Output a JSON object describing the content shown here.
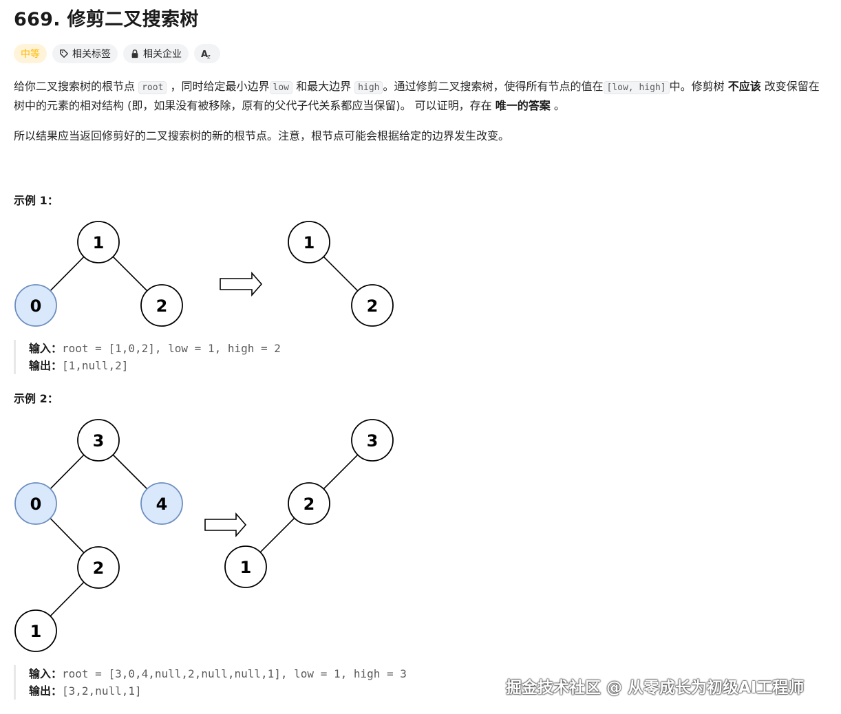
{
  "problem": {
    "title": "669. 修剪二叉搜索树",
    "difficulty": "中等",
    "tags": [
      "相关标签",
      "相关企业"
    ],
    "translate_icon": "translate-icon"
  },
  "description": {
    "p1": {
      "t1": "给你二叉搜索树的根节点 ",
      "c1": "root",
      "t2": " ，同时给定最小边界",
      "c2": "low",
      "t3": " 和最大边界 ",
      "c3": "high",
      "t4": "。通过修剪二叉搜索树，使得所有节点的值在",
      "c4": "[low, high]",
      "t5": "中。修剪树 ",
      "b1": "不应该",
      "t6": " 改变保留在树中的元素的相对结构 (即，如果没有被移除，原有的父代子代关系都应当保留)。 可以证明，存在 ",
      "b2": "唯一的答案",
      "t7": " 。"
    },
    "p2": "所以结果应当返回修剪好的二叉搜索树的新的根节点。注意，根节点可能会根据给定的边界发生改变。"
  },
  "examples": [
    {
      "title": "示例 1：",
      "input_label": "输入：",
      "input_value": "root = [1,0,2], low = 1, high = 2",
      "output_label": "输出：",
      "output_value": "[1,null,2]",
      "before": {
        "nodes": [
          {
            "id": "a",
            "label": "1",
            "highlight": false
          },
          {
            "id": "b",
            "label": "0",
            "highlight": true
          },
          {
            "id": "c",
            "label": "2",
            "highlight": false
          }
        ]
      },
      "after": {
        "nodes": [
          {
            "id": "a",
            "label": "1",
            "highlight": false
          },
          {
            "id": "c",
            "label": "2",
            "highlight": false
          }
        ]
      }
    },
    {
      "title": "示例 2：",
      "input_label": "输入：",
      "input_value": "root = [3,0,4,null,2,null,null,1], low = 1, high = 3",
      "output_label": "输出：",
      "output_value": "[3,2,null,1]",
      "before": {
        "nodes": [
          {
            "id": "a",
            "label": "3",
            "highlight": false
          },
          {
            "id": "b",
            "label": "0",
            "highlight": true
          },
          {
            "id": "c",
            "label": "4",
            "highlight": true
          },
          {
            "id": "d",
            "label": "2",
            "highlight": false
          },
          {
            "id": "e",
            "label": "1",
            "highlight": false
          }
        ]
      },
      "after": {
        "nodes": [
          {
            "id": "a",
            "label": "3",
            "highlight": false
          },
          {
            "id": "d",
            "label": "2",
            "highlight": false
          },
          {
            "id": "e",
            "label": "1",
            "highlight": false
          }
        ]
      }
    }
  ],
  "colors": {
    "node_fill": "#ffffff",
    "node_highlight": "#dae8fc",
    "node_highlight_stroke": "#6c8ebf",
    "node_stroke": "#000000",
    "difficulty": "#ffb800"
  },
  "watermark": "掘金技术社区 @ 从零成长为初级AI工程师"
}
